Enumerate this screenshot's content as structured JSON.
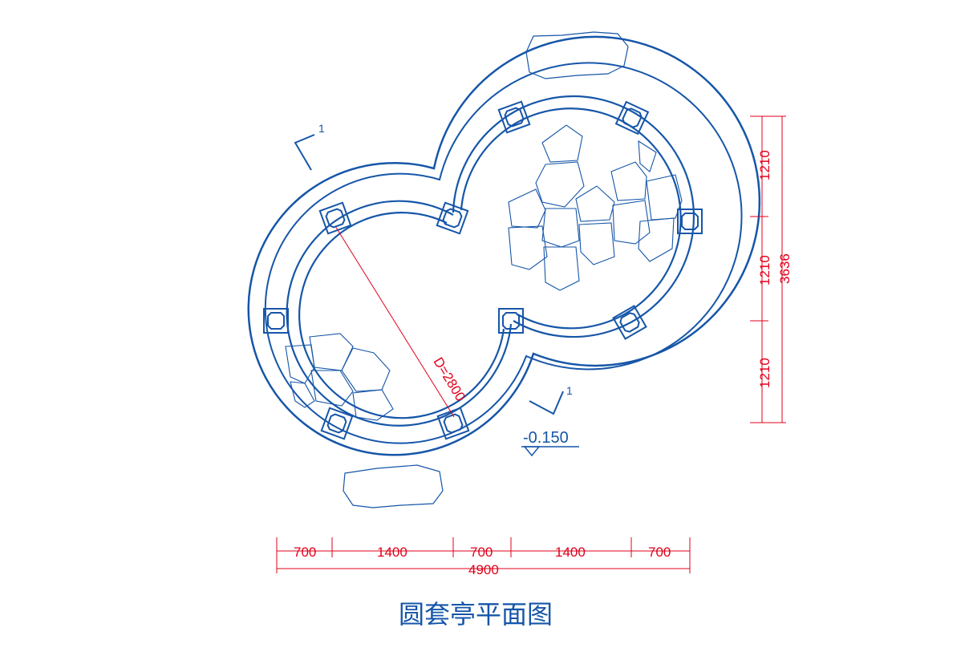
{
  "title": "圆套亭平面图",
  "diameter_label": "D=2800",
  "elevation_label": "-0.150",
  "section_marks": [
    "1",
    "1"
  ],
  "bottom_dimensions": [
    "700",
    "1400",
    "700",
    "1400",
    "700"
  ],
  "bottom_total": "4900",
  "right_dimensions": [
    "1210",
    "1210",
    "1210"
  ],
  "right_total": "3636",
  "colors": {
    "linework": "#1656a8",
    "dimension": "#e0001b"
  }
}
